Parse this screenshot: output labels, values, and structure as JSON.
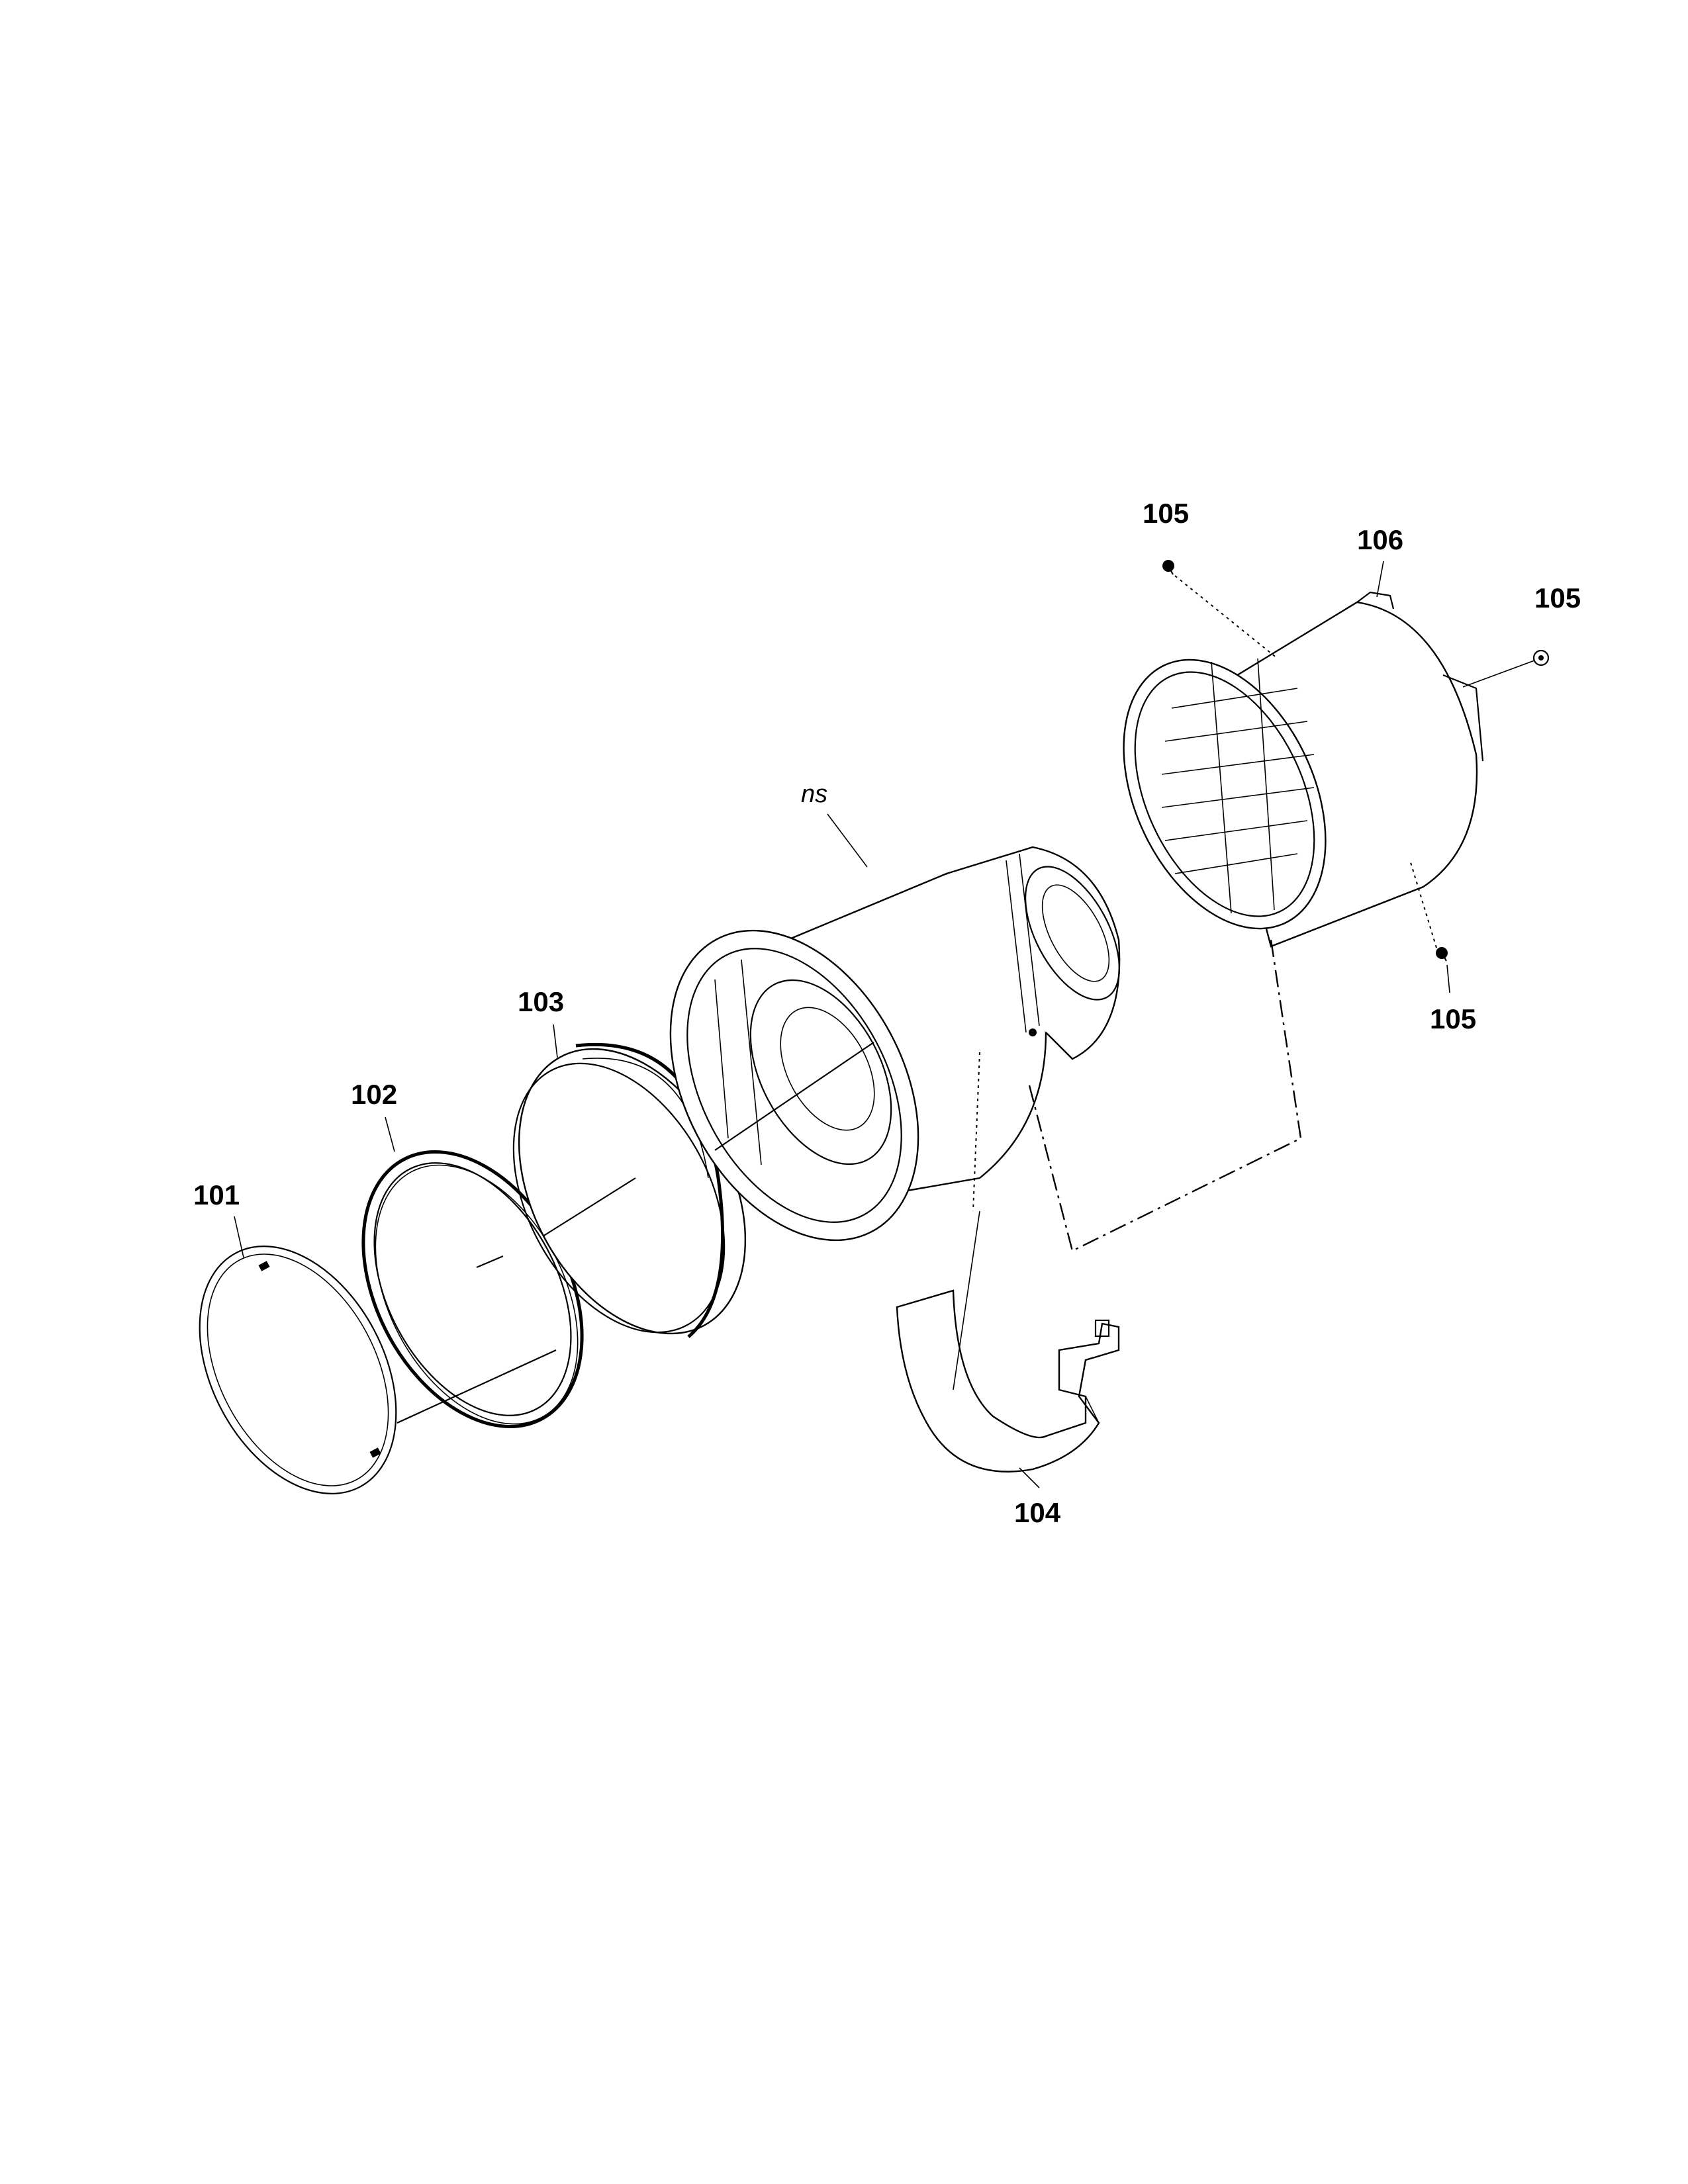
{
  "callouts": {
    "c101": "101",
    "c102": "102",
    "c103": "103",
    "c104": "104",
    "c105a": "105",
    "c105b": "105",
    "c105c": "105",
    "c106": "106",
    "ns": "ns"
  }
}
